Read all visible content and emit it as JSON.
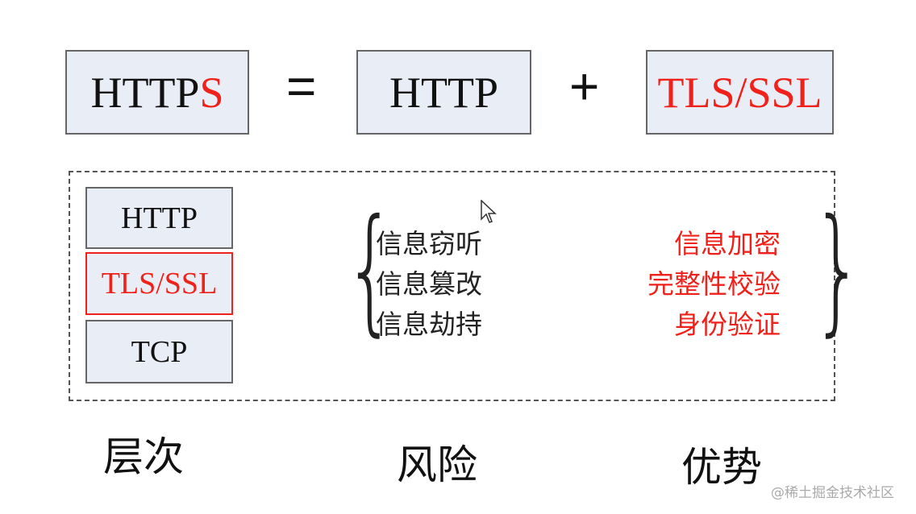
{
  "equation": {
    "https": {
      "prefix": "HTTP",
      "suffix": "S"
    },
    "equals": "=",
    "http": "HTTP",
    "plus": "+",
    "tls": "TLS/SSL"
  },
  "stack": [
    "HTTP",
    "TLS/SSL",
    "TCP"
  ],
  "risks": [
    "信息窃听",
    "信息篡改",
    "信息劫持"
  ],
  "benefits": [
    "信息加密",
    "完整性校验",
    "身份验证"
  ],
  "labels": {
    "layer": "层次",
    "risk": "风险",
    "benefit": "优势"
  },
  "watermark": "@稀土掘金技术社区",
  "colors": {
    "accent": "#f0201a",
    "box_fill": "#e9edf5"
  }
}
